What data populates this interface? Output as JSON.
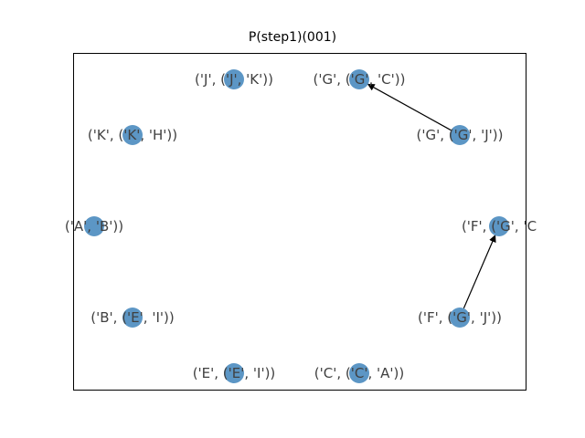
{
  "title": "P(step1)(001)",
  "colors": {
    "node_fill": "#4a8bbf",
    "edge": "#000000",
    "label": "#404040",
    "frame": "#000000"
  },
  "nodes": [
    {
      "id": "JJK",
      "label": "('J', ('J', 'K'))"
    },
    {
      "id": "GGC",
      "label": "('G', ('G', 'C'))"
    },
    {
      "id": "KKH",
      "label": "('K', ('K', 'H'))"
    },
    {
      "id": "GGJ_top",
      "label": "('G', ('G', 'J'))"
    },
    {
      "id": "AB",
      "label": "('A', 'B'))"
    },
    {
      "id": "FGC",
      "label": "('F', ('G', 'C"
    },
    {
      "id": "BEI",
      "label": "('B', ('E', 'I'))"
    },
    {
      "id": "FGJ",
      "label": "('F', ('G', 'J'))"
    },
    {
      "id": "EEI",
      "label": "('E', ('E', 'I'))"
    },
    {
      "id": "CCA",
      "label": "('C', ('C', 'A'))"
    }
  ],
  "edges": [
    {
      "from": "GGJ_top",
      "to": "GGC"
    },
    {
      "from": "FGJ",
      "to": "FGC"
    }
  ]
}
